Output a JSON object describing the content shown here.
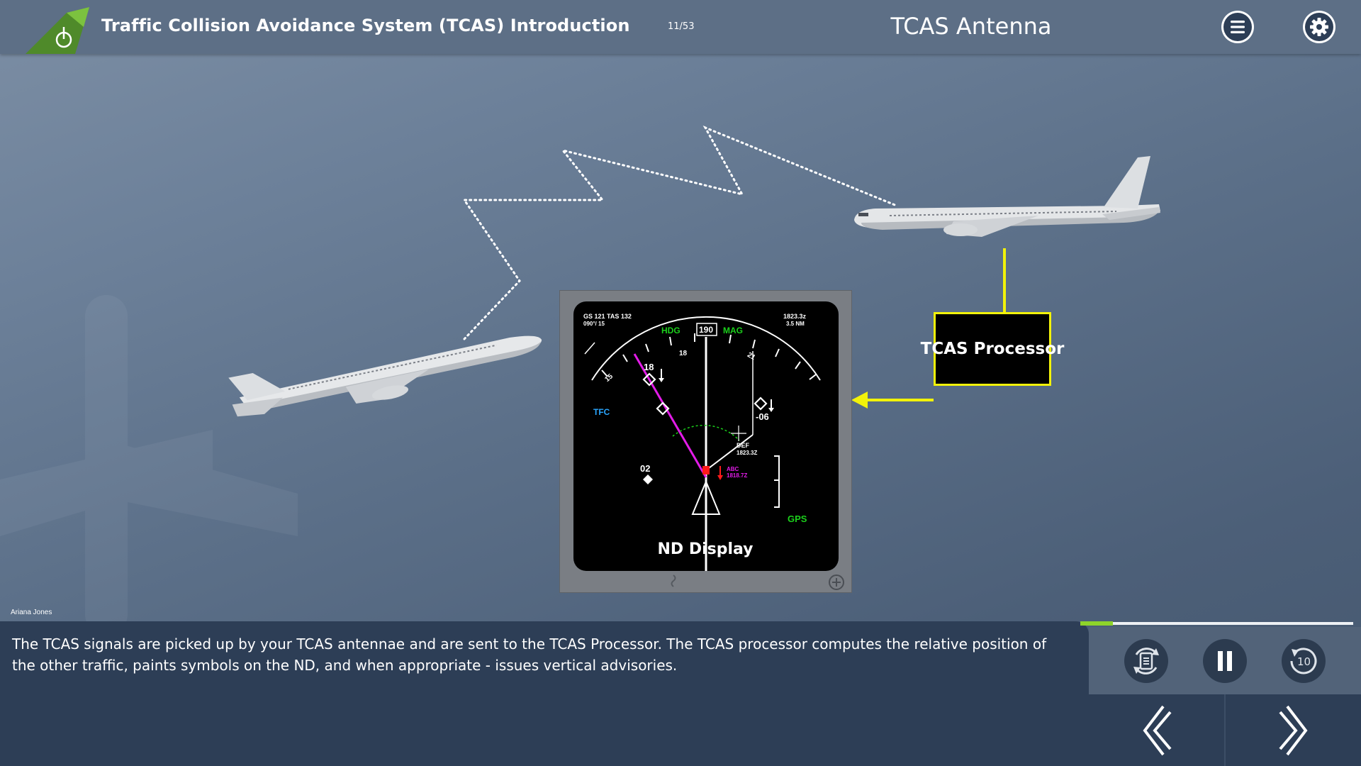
{
  "header": {
    "course_title": "Traffic Collision Avoidance System (TCAS) Introduction",
    "page_counter": "11/53",
    "screen_title": "TCAS Antenna",
    "icons": [
      "airline-tail-logo-icon",
      "menu-icon",
      "settings-gear-icon"
    ]
  },
  "diagram": {
    "processor_label": "TCAS Processor",
    "nd_label": "ND Display",
    "narrator": "Ariana Jones",
    "arrow_color": "#f2f20a"
  },
  "nd": {
    "gs_tas": "GS 121 TAS 132",
    "wind": "090°/ 15",
    "time": "1823.3z",
    "range": "3.5 NM",
    "hdg": "HDG",
    "hdg_value": "190",
    "mag": "MAG",
    "tick_18": "18",
    "tick_21": "21",
    "tick_15": "15",
    "tfc": "TFC",
    "gps": "GPS",
    "traffic_top_alt": "18",
    "traffic_right_alt": "-06",
    "traffic_low_alt": "02",
    "wpt_def": "DEF",
    "wpt_def_time": "1823.3Z",
    "wpt_abc": "ABC",
    "wpt_abc_time": "1818.7Z"
  },
  "transcript": {
    "text": "The TCAS signals are picked up by your TCAS antennae and are sent to the TCAS Processor. The TCAS processor computes the relative position of the other traffic, paints symbols on the ND, and when appropriate - issues vertical advisories."
  },
  "player": {
    "progress_percent": 12,
    "progress_color": "#8ed42a",
    "controls": [
      "transcript-replay-icon",
      "pause-icon",
      "rewind-10-icon"
    ],
    "rewind_seconds": "10",
    "nav": [
      "chevron-left-icon",
      "chevron-right-icon"
    ]
  }
}
